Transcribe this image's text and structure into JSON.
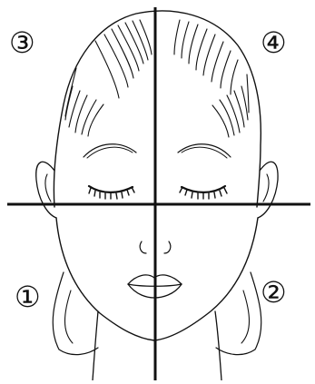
{
  "figure": {
    "quadrants": [
      {
        "id": "q1",
        "label": "①"
      },
      {
        "id": "q2",
        "label": "②"
      },
      {
        "id": "q3",
        "label": "③"
      },
      {
        "id": "q4",
        "label": "④"
      }
    ]
  },
  "colors": {
    "ink": "#111111",
    "background": "#ffffff"
  }
}
